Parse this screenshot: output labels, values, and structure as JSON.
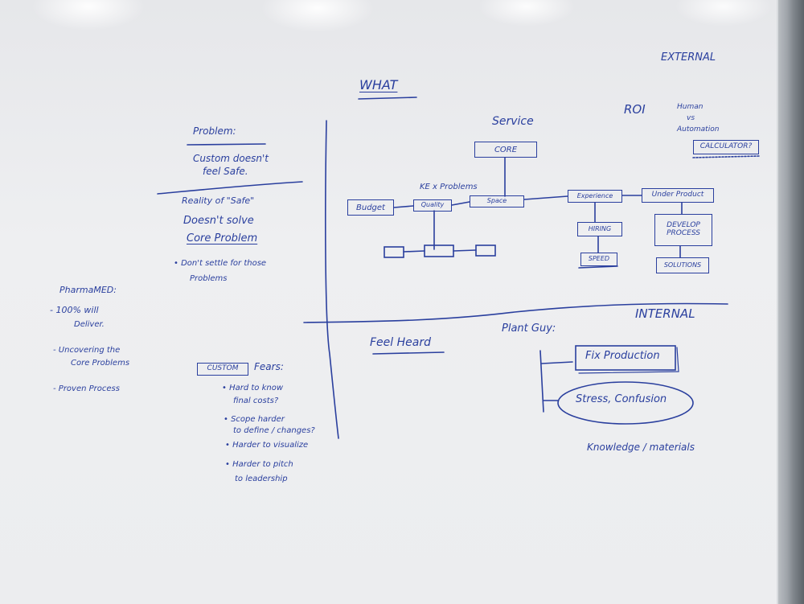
{
  "sections": {
    "what": "WHAT",
    "external": "EXTERNAL",
    "internal": "INTERNAL"
  },
  "problem": {
    "heading": "Problem:",
    "line1": "Custom doesn't",
    "line2": "feel Safe.",
    "reality": "Reality of \"Safe\"",
    "doesnt": "Doesn't solve",
    "core": "Core Problem",
    "bullet1": "• Don't settle for those",
    "bullet1b": "Problems"
  },
  "pharmamed": {
    "heading": "PharmaMED:",
    "item1a": "- 100% will",
    "item1b": "Deliver.",
    "item2a": "- Uncovering the",
    "item2b": "Core Problems",
    "item3": "- Proven Process"
  },
  "custom_fears": {
    "box": "CUSTOM",
    "heading": "Fears:",
    "f1a": "• Hard to know",
    "f1b": "final costs?",
    "f2a": "• Scope harder",
    "f2b": "to define / changes?",
    "f3": "• Harder to visualize",
    "f4a": "• Harder to pitch",
    "f4b": "to leadership"
  },
  "service": {
    "heading": "Service",
    "core": "CORE",
    "ke": "KE x Problems",
    "budget": "Budget",
    "quality": "Quality",
    "space": "Space",
    "experience": "Experience",
    "under_product": "Under Product",
    "hiring": "HIRING",
    "speed": "SPEED",
    "develop": "DEVELOP PROCESS",
    "solutions": "SOLUTIONS"
  },
  "roi": {
    "label": "ROI",
    "human": "Human",
    "vs": "vs",
    "automation": "Automation",
    "calculator": "CALCULATOR?"
  },
  "internal": {
    "feel_heard": "Feel Heard",
    "plant_guy": "Plant Guy:",
    "fix": "Fix Production",
    "stress": "Stress, Confusion",
    "knowledge": "Knowledge / materials"
  }
}
